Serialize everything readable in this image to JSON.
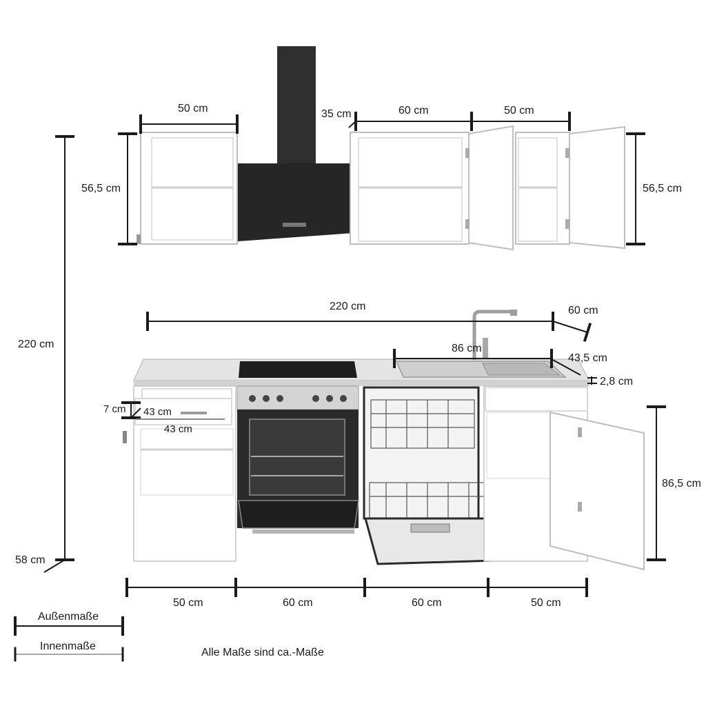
{
  "dimensions": {
    "upper_left_width": "50 cm",
    "upper_hood_gap": "35 cm",
    "upper_mid_width": "60 cm",
    "upper_right_width": "50 cm",
    "upper_height_left": "56,5 cm",
    "upper_height_right": "56,5 cm",
    "total_width": "220 cm",
    "total_height": "220 cm",
    "depth_counter": "60 cm",
    "sink_width": "86 cm",
    "sink_depth": "43,5 cm",
    "worktop_thickness": "2,8 cm",
    "drawer_height": "7 cm",
    "inner_depth_a": "43 cm",
    "inner_depth_b": "43 cm",
    "base_height": "86,5 cm",
    "floor_depth": "58 cm",
    "base_widths": [
      "50 cm",
      "60 cm",
      "60 cm",
      "50 cm"
    ]
  },
  "legend": {
    "outer": "Außenmaße",
    "inner": "Innenmaße",
    "note": "Alle Maße sind ca.-Maße"
  },
  "colors": {
    "line": "#1a1a1a",
    "cabinet_fill": "#ffffff",
    "cabinet_edge": "#bdbdbd",
    "appliance_dark": "#2b2b2b",
    "steel": "#cfcfcf",
    "worktop": "#e6e6e6"
  }
}
